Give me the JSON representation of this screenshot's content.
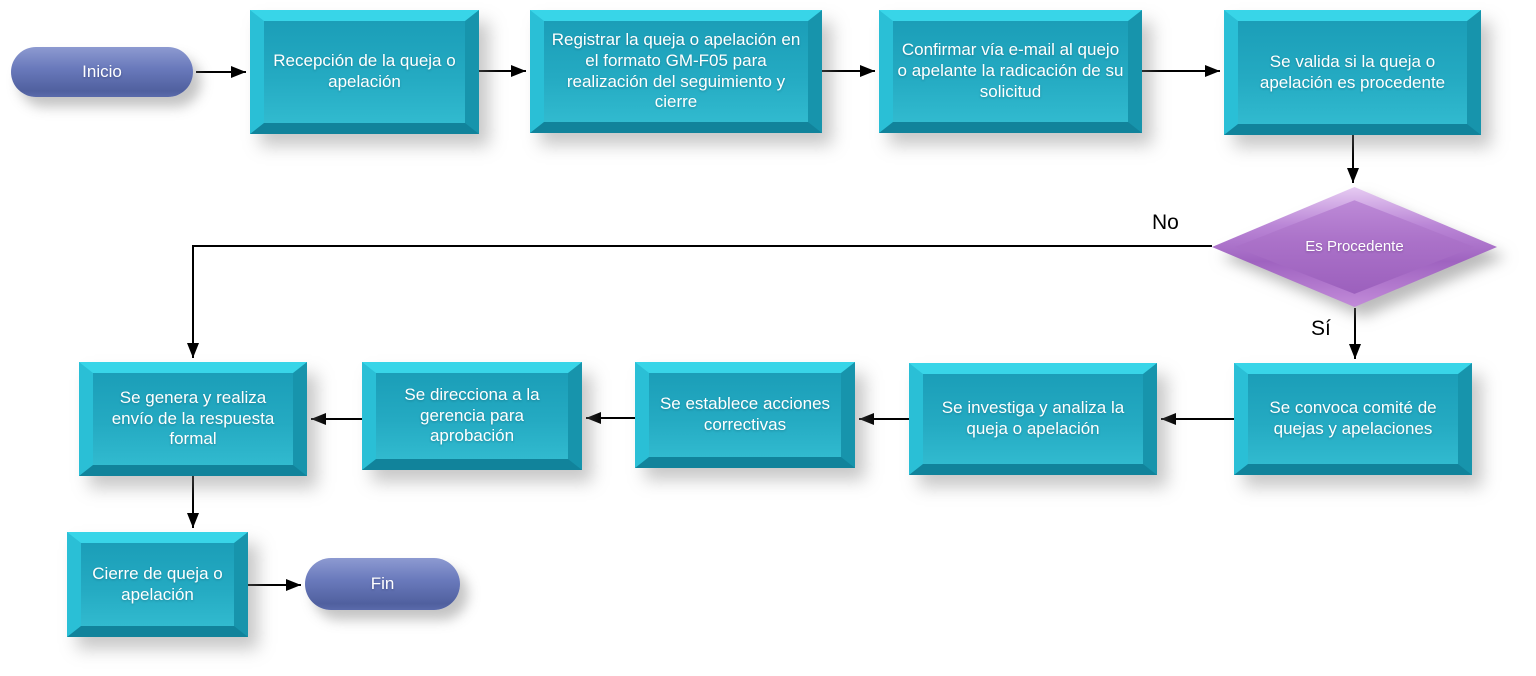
{
  "diagram": {
    "type": "flowchart",
    "language": "es",
    "background_color": "#ffffff",
    "colors": {
      "process_fill": "#23a9c1",
      "process_bevel_light": "#38d5e8",
      "process_bevel_dark": "#11839b",
      "decision_fill": "#a76cc8",
      "decision_highlight": "#e6cbf2",
      "terminator_fill": "#6a7abc",
      "arrow": "#000000",
      "text_on_shape": "#ffffff",
      "edge_label_text": "#000000"
    },
    "nodes": {
      "inicio": {
        "shape": "terminator",
        "label": "Inicio"
      },
      "recepcion": {
        "shape": "process",
        "label": "Recepción de la queja o apelación"
      },
      "registrar": {
        "shape": "process",
        "label": "Registrar la queja o apelación en el formato GM-F05 para realización del seguimiento y cierre"
      },
      "confirmar": {
        "shape": "process",
        "label": "Confirmar vía e-mail al quejo o apelante la radicación de su solicitud"
      },
      "validar": {
        "shape": "process",
        "label": "Se valida si la queja o apelación es procedente"
      },
      "decision": {
        "shape": "decision",
        "label": "Es Procedente",
        "yes_label": "Sí",
        "no_label": "No"
      },
      "convoca": {
        "shape": "process",
        "label": "Se convoca comité de quejas y apelaciones"
      },
      "investiga": {
        "shape": "process",
        "label": "Se investiga y analiza la queja o apelación"
      },
      "establece": {
        "shape": "process",
        "label": "Se establece acciones correctivas"
      },
      "direcciona": {
        "shape": "process",
        "label": "Se direcciona a la gerencia para aprobación"
      },
      "genera": {
        "shape": "process",
        "label": "Se genera y realiza envío de la respuesta formal"
      },
      "cierre": {
        "shape": "process",
        "label": "Cierre de queja o apelación"
      },
      "fin": {
        "shape": "terminator",
        "label": "Fin"
      }
    },
    "edges": [
      {
        "from": "inicio",
        "to": "recepcion"
      },
      {
        "from": "recepcion",
        "to": "registrar"
      },
      {
        "from": "registrar",
        "to": "confirmar"
      },
      {
        "from": "confirmar",
        "to": "validar"
      },
      {
        "from": "validar",
        "to": "decision"
      },
      {
        "from": "decision",
        "to": "genera",
        "label": "No"
      },
      {
        "from": "decision",
        "to": "convoca",
        "label": "Sí"
      },
      {
        "from": "convoca",
        "to": "investiga"
      },
      {
        "from": "investiga",
        "to": "establece"
      },
      {
        "from": "establece",
        "to": "direcciona"
      },
      {
        "from": "direcciona",
        "to": "genera"
      },
      {
        "from": "genera",
        "to": "cierre"
      },
      {
        "from": "cierre",
        "to": "fin"
      }
    ]
  }
}
